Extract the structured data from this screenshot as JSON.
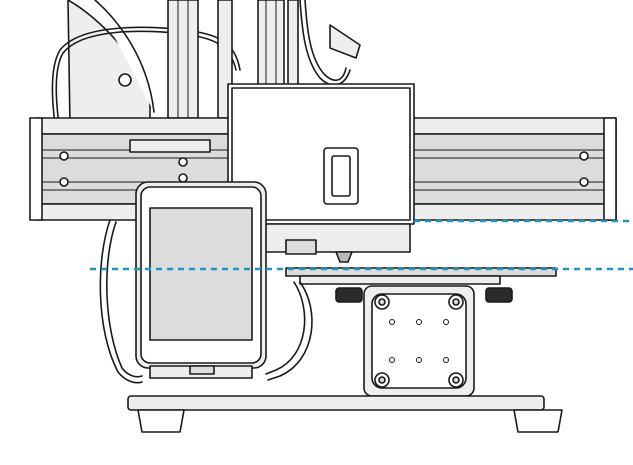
{
  "figure": {
    "title": "",
    "labels": [],
    "colors": {
      "line": "#1a1a1a",
      "fill_light": "#eeeeee",
      "fill_mid": "#dcdcdc",
      "fill_dark": "#8c8c8c",
      "guide_dashed": "#1a95c8",
      "screen": "#dcdcdc"
    },
    "parts": [
      "filament-tube",
      "spool-holder",
      "z-axis-column",
      "x-axis-rail",
      "print-head",
      "touch-screen",
      "build-plate",
      "y-carriage",
      "base-plate",
      "leveling-guide-lines"
    ]
  }
}
